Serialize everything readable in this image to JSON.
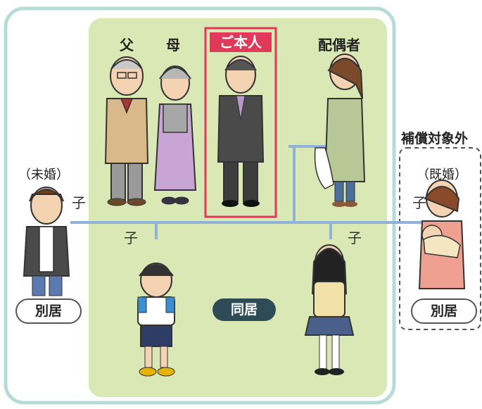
{
  "labels": {
    "father": "父",
    "mother": "母",
    "self": "ご本人",
    "spouse": "配偶者",
    "excluded": "補償対象外",
    "unmarried": "（未婚）",
    "married": "（既婚）",
    "child": "子",
    "living_apart": "別居",
    "living_together": "同居"
  },
  "colors": {
    "household_fill": "#d9e8b4",
    "outer_border": "#b7dcd8",
    "relation_line": "#8fb2d8",
    "self_highlight": "#e0395a",
    "dark_pill": "#2f4b55"
  },
  "icons": {
    "people": [
      "grandfather-figure",
      "grandmother-figure",
      "self-man-figure",
      "spouse-woman-figure",
      "son-figure",
      "daughter-figure",
      "unmarried-son-figure",
      "married-daughter-figure"
    ]
  }
}
